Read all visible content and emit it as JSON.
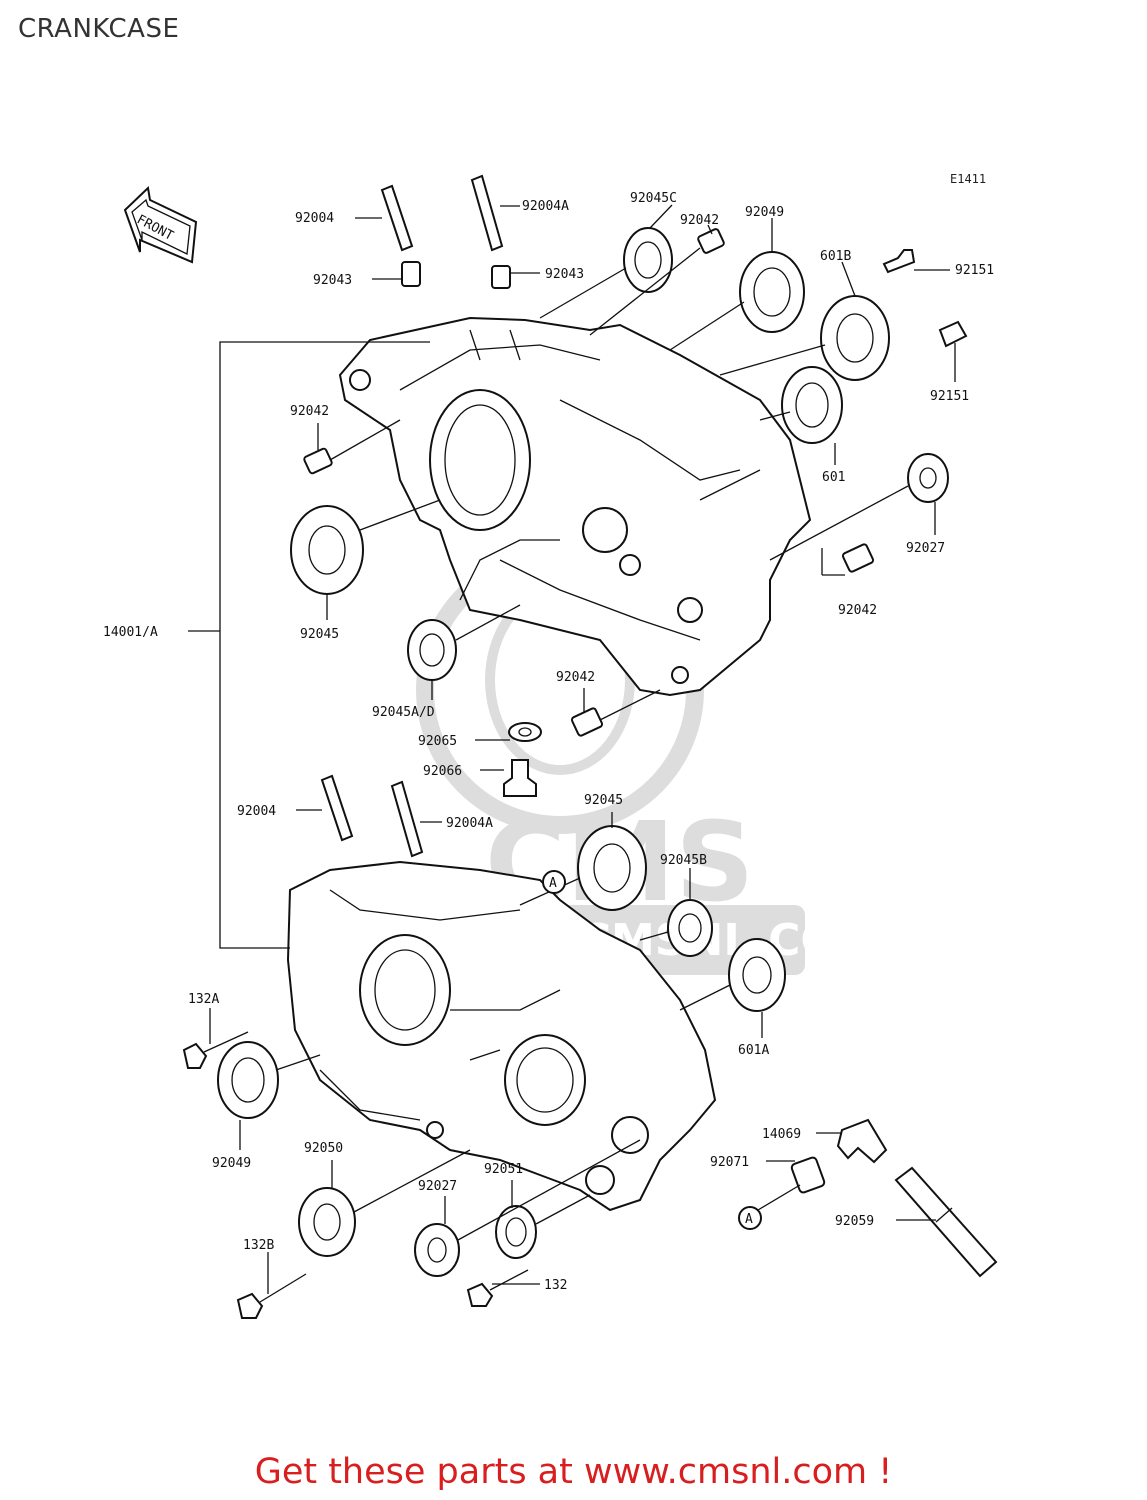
{
  "header": {
    "title": "CRANKCASE"
  },
  "figure": {
    "code": "E1411"
  },
  "front_indicator": {
    "text": "FRONT"
  },
  "watermark": {
    "site": "WWW.CMSNL.COM",
    "logo": "CMS"
  },
  "footer": {
    "promo": "Get these parts at www.cmsnl.com !"
  },
  "callouts": {
    "ref_a_top": "A",
    "ref_a_bottom": "A"
  },
  "labels": {
    "l92004_top": "92004",
    "l92004a_top": "92004A",
    "l92045c": "92045C",
    "l92042_top": "92042",
    "l92049_top": "92049",
    "l601b": "601B",
    "l92151_a": "92151",
    "l92043_left": "92043",
    "l92043_right": "92043",
    "l92151_b": "92151",
    "l92042_left": "92042",
    "l601": "601",
    "l92027_right": "92027",
    "l92045_upper": "92045",
    "l92042_mid": "92042",
    "l14001a": "14001/A",
    "l92042_low": "92042",
    "l92045ad": "92045A/D",
    "l92065": "92065",
    "l92066": "92066",
    "l92004_bot": "92004",
    "l92004a_bot": "92004A",
    "l92045_lower": "92045",
    "l92045b": "92045B",
    "l601a": "601A",
    "l132a": "132A",
    "l92049_bot": "92049",
    "l92050": "92050",
    "l92027_bot": "92027",
    "l92051": "92051",
    "l14069": "14069",
    "l92071": "92071",
    "l92059": "92059",
    "l132b": "132B",
    "l132": "132"
  }
}
